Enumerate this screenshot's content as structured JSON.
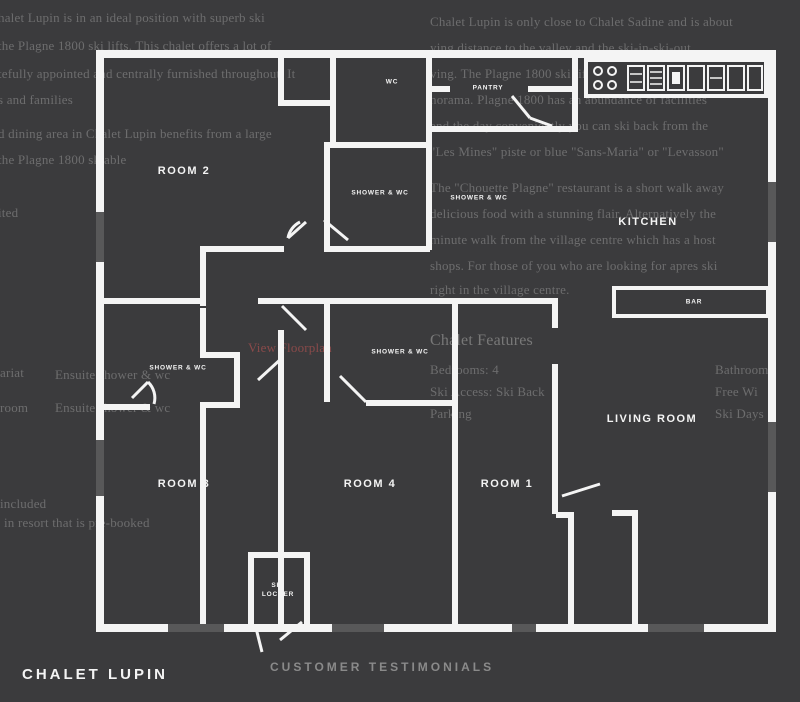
{
  "title": "CHALET LUPIN",
  "footer_link": "CUSTOMER TESTIMONIALS",
  "rooms": {
    "room2": "ROOM 2",
    "wc": "WC",
    "shower_wc_top": "SHOWER & WC",
    "pantry": "PANTRY",
    "shower_wc_pantry": "SHOWER & WC",
    "kitchen": "KITCHEN",
    "bar": "BAR",
    "shower_wc_left": "SHOWER & WC",
    "shower_wc_center": "SHOWER & WC",
    "room3": "ROOM 3",
    "room4": "ROOM 4",
    "room1": "ROOM 1",
    "living_room": "LIVING ROOM",
    "ski_locker": "SKI\nLOCKER"
  },
  "background_text": {
    "l1": "halet Lupin is in an ideal position with superb ski",
    "l2": "the Plagne 1800 ski lifts. This chalet offers a lot of",
    "l3": "tefully appointed and centrally furnished throughout. It",
    "l4": "s and families",
    "l5": "d dining area in Chalet Lupin benefits from a large",
    "l6": "the Plagne 1800 skiable",
    "l7": "ited",
    "l8": "ariat",
    "l9": "room",
    "l10": "Ensuite shower & wc",
    "l11": "Ensuite shower & wc",
    "l12": "included",
    "l13": "in resort that is pre-booked",
    "r1": "Chalet Lupin is only close to Chalet Sadine and is about",
    "r2": "ying distance to the valley and the ski-in-ski-out",
    "r3": "ving. The Plagne 1800 ski lifts at the centre of the",
    "r4": "norama. Plagne 1800 has an abundance of facilities",
    "r5": "end the day conveniently you can ski back from the",
    "r6": "\"Les Mines\" piste or blue \"Sans-Maria\" or \"Levasson\"",
    "r7": "The \"Chouette Plagne\" restaurant is a short walk away",
    "r8": "delicious food with a stunning flair. Alternatively the",
    "r9": "minute walk from the village centre which has a host",
    "r10": "shops. For those of you who are looking for apres ski",
    "r11": "right in the village centre.",
    "r12": "Chalet Features",
    "r13": "Bedrooms: 4",
    "r14": "Ski Access: Ski Back",
    "r15": "Parking",
    "r16": "Bathrooms",
    "r17": "Free Wi",
    "r18": "Ski Days",
    "link": "View Floorplan"
  }
}
